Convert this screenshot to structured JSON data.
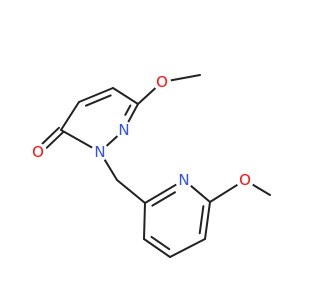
{
  "molecule": {
    "atoms": {
      "o_ring_methoxy": {
        "symbol": "O",
        "color": "#ff0d0d"
      },
      "n_ring_a": {
        "symbol": "N",
        "color": "#3050f8"
      },
      "n_ring_b": {
        "symbol": "N",
        "color": "#3050f8"
      },
      "o_carbonyl": {
        "symbol": "O",
        "color": "#ff0d0d"
      },
      "n_pyridine": {
        "symbol": "N",
        "color": "#3050f8"
      },
      "o_pyridine_methoxy": {
        "symbol": "O",
        "color": "#ff0d0d"
      }
    },
    "bond_color": "#222222"
  }
}
